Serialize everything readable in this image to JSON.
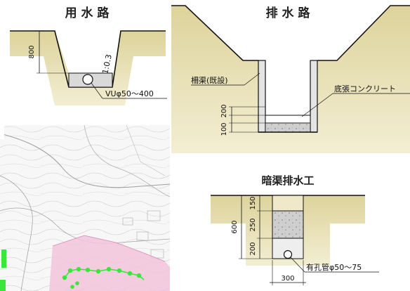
{
  "yosuiro": {
    "title": "用 水 路",
    "depth_dim": "800",
    "slope": "1:0.3",
    "pipe_label": "VUφ50～400"
  },
  "haisuiro": {
    "title": "排 水 路",
    "flume_label": "柵渠(既設)",
    "lining_label": "底張コンクリート",
    "dim_upper": "200",
    "dim_lower": "100"
  },
  "ankyo": {
    "title": "暗渠排水工",
    "dim_total": "600",
    "dim_top": "150",
    "dim_mid": "250",
    "dim_bottom": "200",
    "dim_width": "300",
    "pipe_label": "有孔管φ50～75"
  },
  "colors": {
    "soil": "#e8e0b0",
    "line": "#111111",
    "gravel": "#d6d6d6",
    "map_pink": "#f2c4dc",
    "map_green": "#39e639"
  }
}
